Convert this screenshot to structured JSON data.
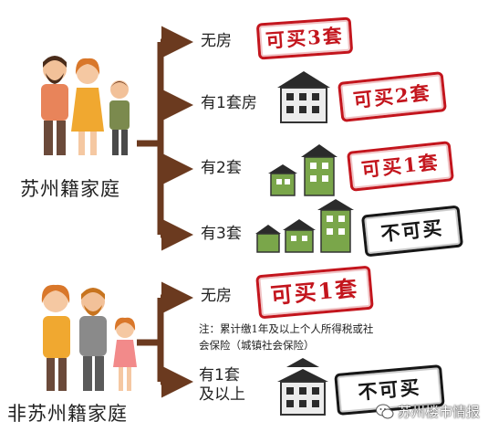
{
  "groups": [
    {
      "label": "苏州籍家庭",
      "rows": [
        {
          "condition": "无房",
          "result": "可买3套"
        },
        {
          "condition": "有1套房",
          "result": "可买2套"
        },
        {
          "condition": "有2套",
          "result": "可买1套"
        },
        {
          "condition": "有3套",
          "result": "不可买"
        }
      ]
    },
    {
      "label": "非苏州籍家庭",
      "rows": [
        {
          "condition": "无房",
          "result": "可买1套"
        },
        {
          "condition_line1": "有1套",
          "condition_line2": "及以上",
          "result": "不可买"
        }
      ],
      "note_line1": "注：累计缴1年及以上个人所得税或社",
      "note_line2": "会保险（城镇社会保险）"
    }
  ],
  "watermark": "苏州楼市情报",
  "colors": {
    "stamp_red": "#c3151d",
    "stamp_black": "#161616",
    "bracket": "#6b3a1f",
    "house_green": "#7aa64a"
  }
}
